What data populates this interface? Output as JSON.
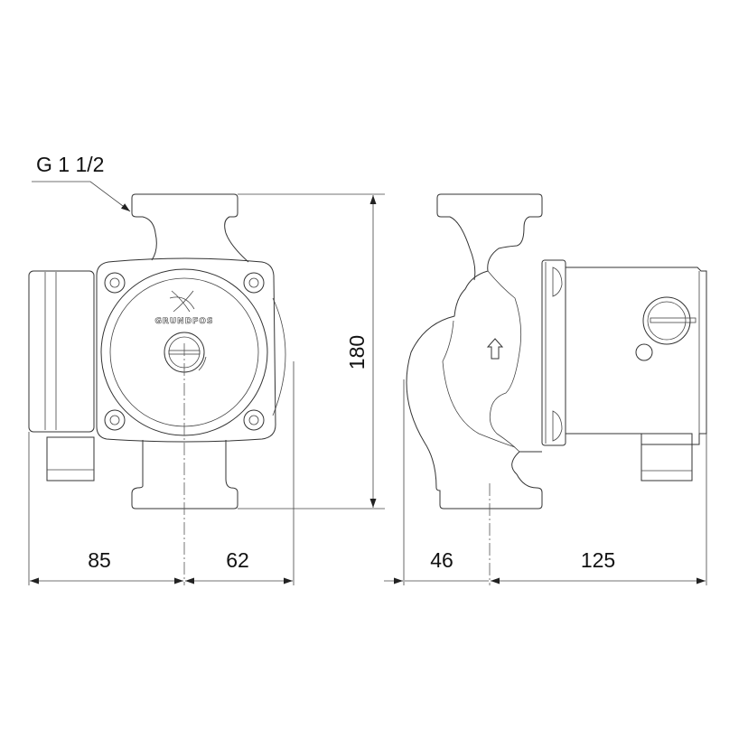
{
  "drawing": {
    "thread_label": "G 1 1/2",
    "brand_logo": "GRUNDFOS",
    "dimensions": {
      "height": "180",
      "left_box_depth": "85",
      "body_half_width": "62",
      "port_offset": "46",
      "motor_length": "125"
    },
    "icons": [
      "flow-direction-arrow-icon",
      "grundfos-logo-icon",
      "speed-selector-knob-icon"
    ]
  }
}
